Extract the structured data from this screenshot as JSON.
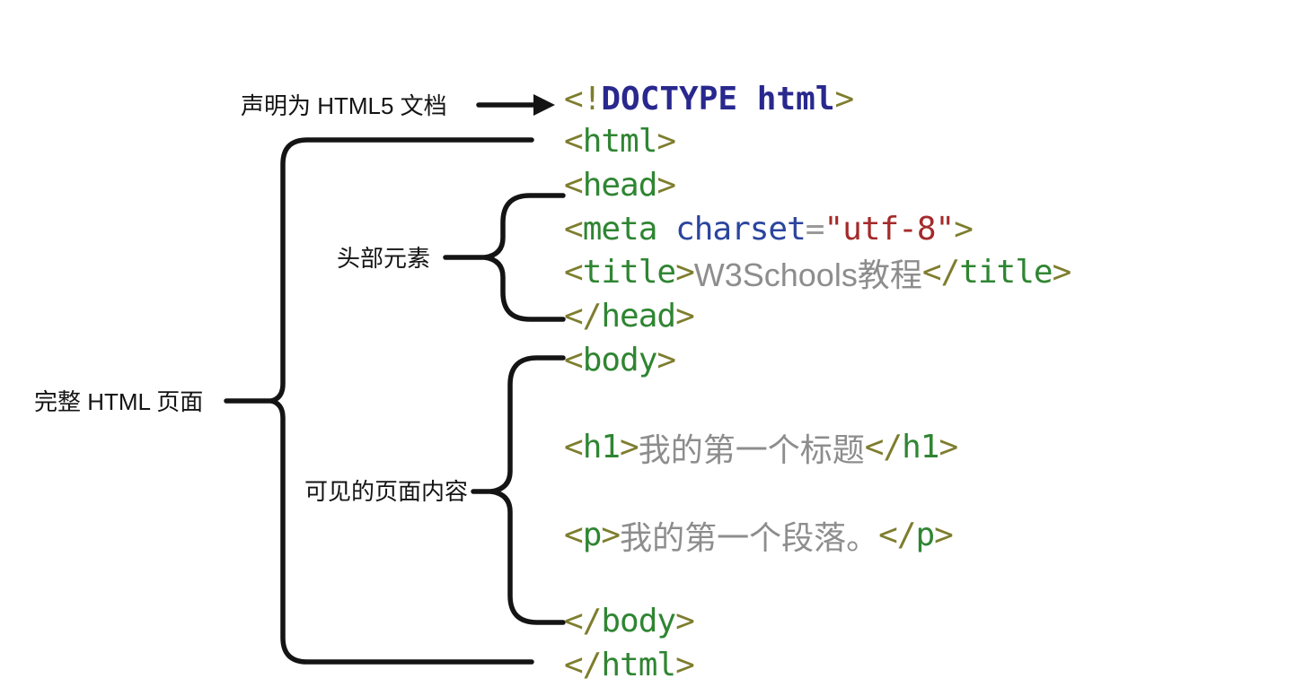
{
  "page": {
    "background": "#ffffff"
  },
  "colors": {
    "bracket": "#7e7d2e",
    "tag": "#2f8532",
    "doctype": "#28288e",
    "attr": "#2b459e",
    "eq": "#999999",
    "value": "#a52a2a",
    "content": "#8d8d8d",
    "ink": "#141414"
  },
  "annotations": {
    "doctype_label": "声明为 HTML5 文档",
    "head_label": "头部元素",
    "page_label": "完整 HTML 页面",
    "body_label": "可见的页面内容"
  },
  "code": {
    "lines": [
      {
        "id": "doctype",
        "tokens": [
          {
            "text": "<!",
            "type": "bracket"
          },
          {
            "text": "DOCTYPE html",
            "type": "doctype"
          },
          {
            "text": ">",
            "type": "bracket"
          }
        ]
      },
      {
        "id": "html-open",
        "tokens": [
          {
            "text": "<",
            "type": "bracket"
          },
          {
            "text": "html",
            "type": "tag"
          },
          {
            "text": ">",
            "type": "bracket"
          }
        ]
      },
      {
        "id": "head-open",
        "tokens": [
          {
            "text": "<",
            "type": "bracket"
          },
          {
            "text": "head",
            "type": "tag"
          },
          {
            "text": ">",
            "type": "bracket"
          }
        ]
      },
      {
        "id": "meta",
        "tokens": [
          {
            "text": "<",
            "type": "bracket"
          },
          {
            "text": "meta ",
            "type": "tag"
          },
          {
            "text": "charset",
            "type": "attr"
          },
          {
            "text": "=",
            "type": "eq"
          },
          {
            "text": "\"utf-8\"",
            "type": "value"
          },
          {
            "text": ">",
            "type": "bracket"
          }
        ]
      },
      {
        "id": "title",
        "tokens": [
          {
            "text": "<",
            "type": "bracket"
          },
          {
            "text": "title",
            "type": "tag"
          },
          {
            "text": ">",
            "type": "bracket"
          },
          {
            "text": "W3Schools教程",
            "type": "content"
          },
          {
            "text": "</",
            "type": "bracket"
          },
          {
            "text": "title",
            "type": "tag"
          },
          {
            "text": ">",
            "type": "bracket"
          }
        ]
      },
      {
        "id": "head-close",
        "tokens": [
          {
            "text": "</",
            "type": "bracket"
          },
          {
            "text": "head",
            "type": "tag"
          },
          {
            "text": ">",
            "type": "bracket"
          }
        ]
      },
      {
        "id": "body-open",
        "tokens": [
          {
            "text": "<",
            "type": "bracket"
          },
          {
            "text": "body",
            "type": "tag"
          },
          {
            "text": ">",
            "type": "bracket"
          }
        ]
      },
      {
        "id": "h1",
        "tokens": [
          {
            "text": "<",
            "type": "bracket"
          },
          {
            "text": "h1",
            "type": "tag"
          },
          {
            "text": ">",
            "type": "bracket"
          },
          {
            "text": "我的第一个标题",
            "type": "content"
          },
          {
            "text": "</",
            "type": "bracket"
          },
          {
            "text": "h1",
            "type": "tag"
          },
          {
            "text": ">",
            "type": "bracket"
          }
        ]
      },
      {
        "id": "p",
        "tokens": [
          {
            "text": "<",
            "type": "bracket"
          },
          {
            "text": "p",
            "type": "tag"
          },
          {
            "text": ">",
            "type": "bracket"
          },
          {
            "text": "我的第一个段落。",
            "type": "content"
          },
          {
            "text": "</",
            "type": "bracket"
          },
          {
            "text": "p",
            "type": "tag"
          },
          {
            "text": ">",
            "type": "bracket"
          }
        ]
      },
      {
        "id": "body-close",
        "tokens": [
          {
            "text": "</",
            "type": "bracket"
          },
          {
            "text": "body",
            "type": "tag"
          },
          {
            "text": ">",
            "type": "bracket"
          }
        ]
      },
      {
        "id": "html-close",
        "tokens": [
          {
            "text": "</",
            "type": "bracket"
          },
          {
            "text": "html",
            "type": "tag"
          },
          {
            "text": ">",
            "type": "bracket"
          }
        ]
      }
    ]
  }
}
